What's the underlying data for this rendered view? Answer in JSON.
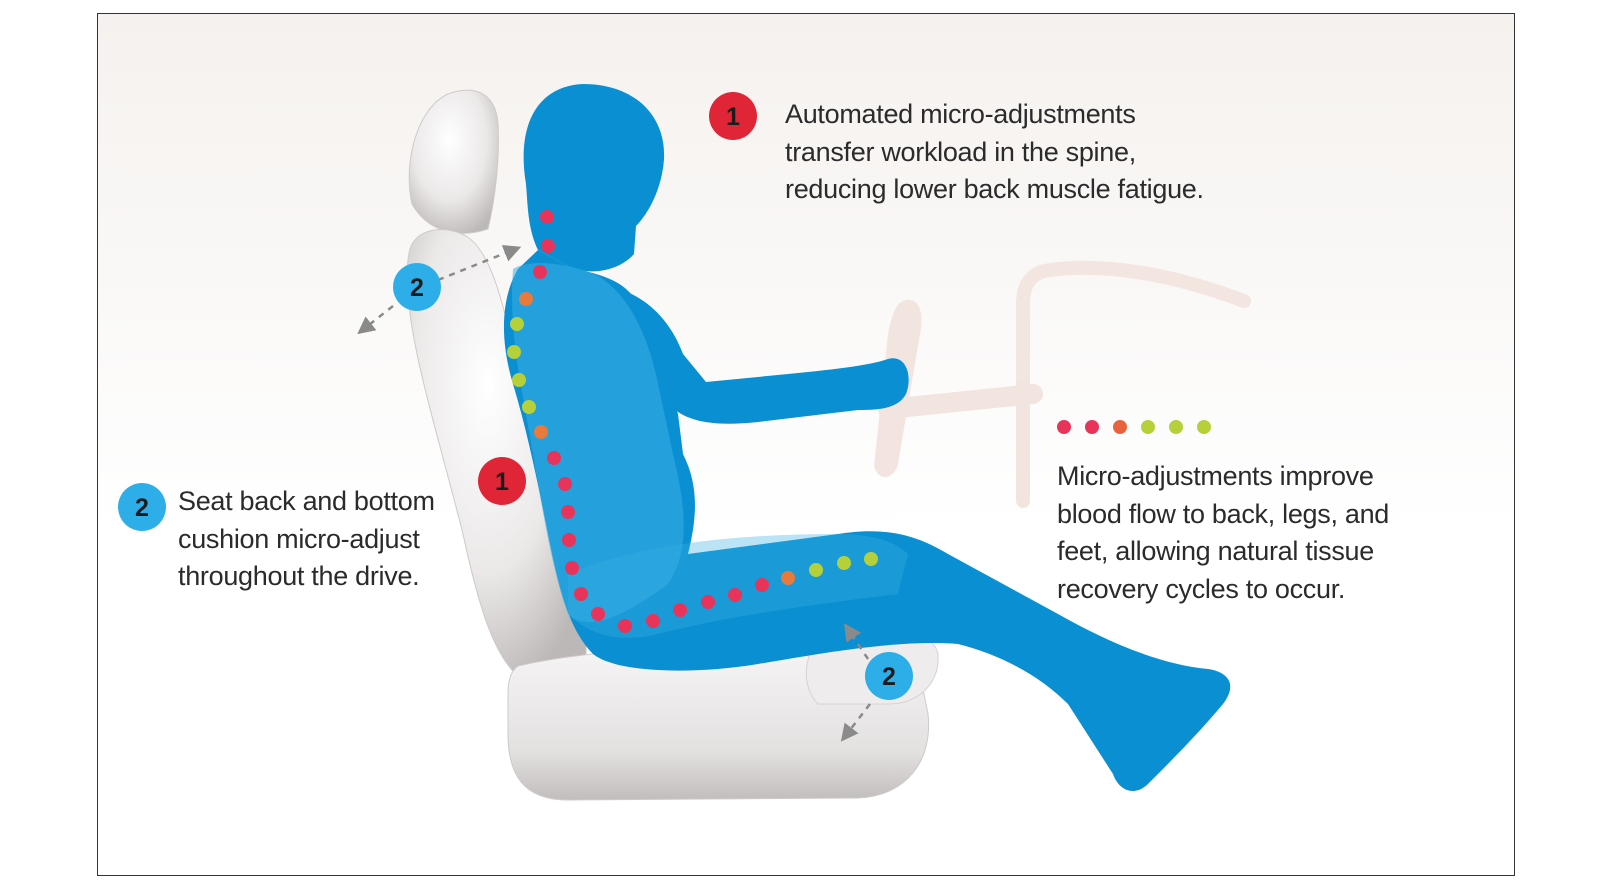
{
  "colors": {
    "body": "#0a8fd2",
    "body_light": "#3aaee3",
    "seat": "#e6e3e3",
    "seat_shadow": "#bdb8b8",
    "steering_wheel": "#f0dcd6",
    "badge_red": "#e02537",
    "badge_blue": "#2eaee8",
    "dot_red": "#e8345a",
    "dot_orange": "#e87a3c",
    "dot_green": "#b6d03a",
    "arrow": "#8a8a8a",
    "text": "#2b2b2b"
  },
  "badges": {
    "one": "1",
    "two": "2"
  },
  "captions": {
    "one": [
      "Automated micro-adjustments",
      "transfer workload in the spine,",
      "reducing lower back muscle fatigue."
    ],
    "two": [
      "Seat back and bottom",
      "cushion micro-adjust",
      "throughout the drive."
    ],
    "flow": [
      "Micro-adjustments improve",
      "blood flow to back, legs, and",
      "feet, allowing natural tissue",
      "recovery cycles to occur."
    ]
  },
  "legend_dot_colors": [
    "red",
    "red",
    "red",
    "green",
    "green",
    "green"
  ],
  "spine_dot_colors": [
    "red",
    "red",
    "red",
    "orange",
    "green",
    "green",
    "green",
    "green",
    "orange",
    "red",
    "red",
    "red",
    "red",
    "red",
    "red",
    "red",
    "red",
    "red",
    "red",
    "red",
    "red",
    "red",
    "orange",
    "green",
    "green",
    "green"
  ]
}
